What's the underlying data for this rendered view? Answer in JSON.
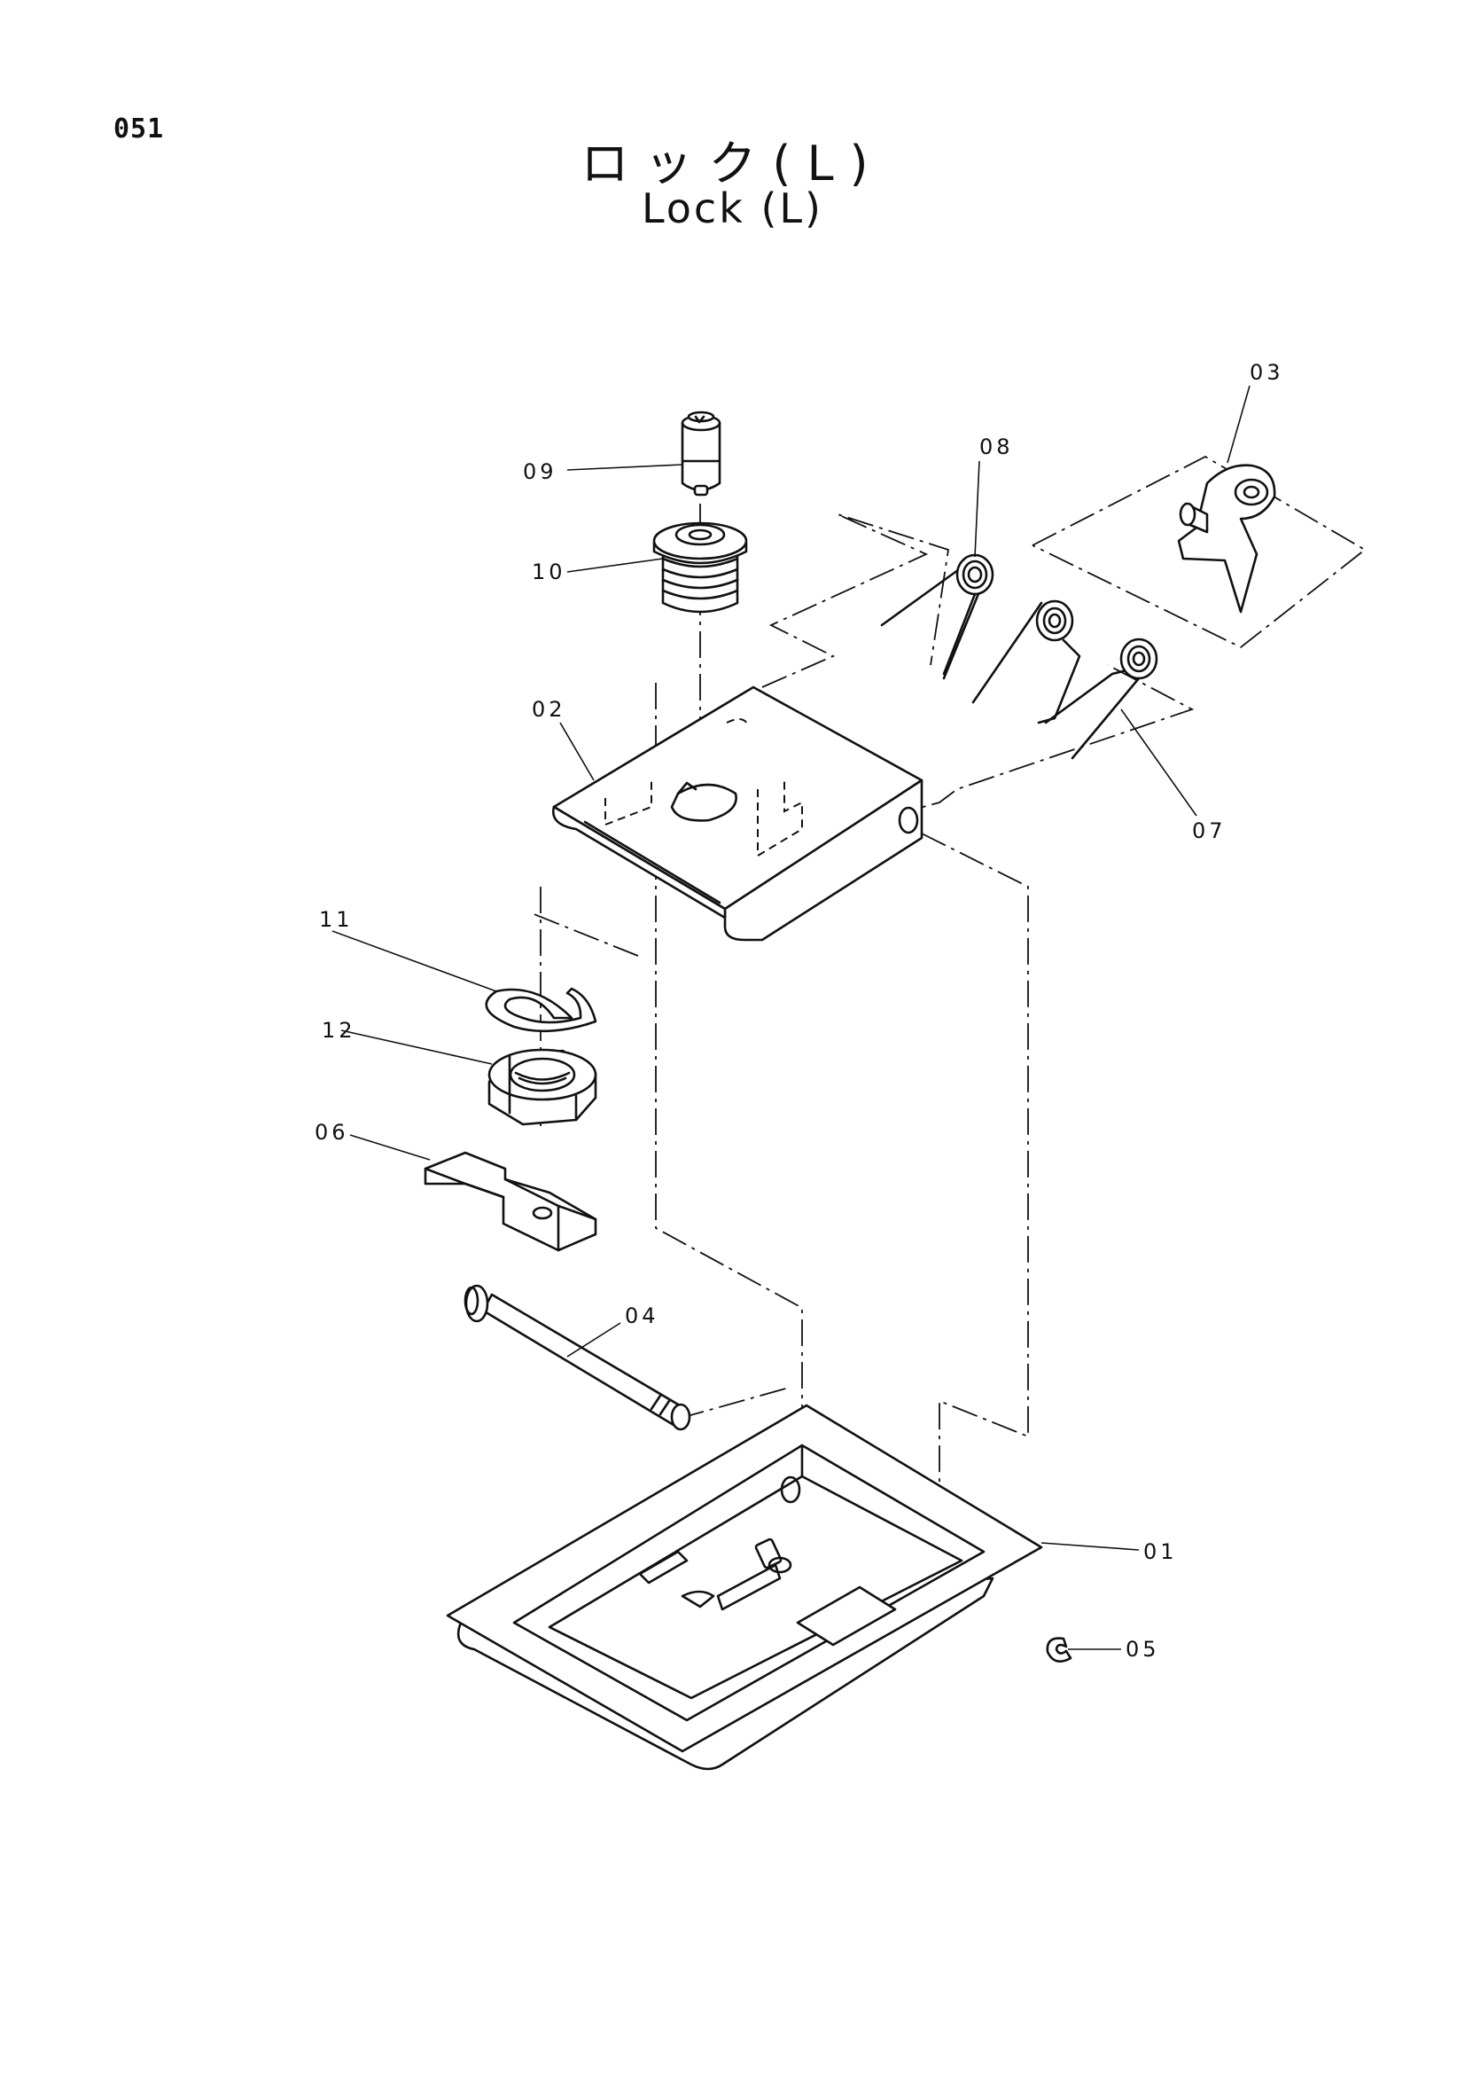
{
  "page": {
    "number": "051",
    "title_jp": "ロック(L)",
    "title_en": "Lock (L)"
  },
  "callouts": [
    {
      "id": "01"
    },
    {
      "id": "02"
    },
    {
      "id": "03"
    },
    {
      "id": "04"
    },
    {
      "id": "05"
    },
    {
      "id": "06"
    },
    {
      "id": "07"
    },
    {
      "id": "08"
    },
    {
      "id": "09"
    },
    {
      "id": "10"
    },
    {
      "id": "11"
    },
    {
      "id": "12"
    }
  ]
}
